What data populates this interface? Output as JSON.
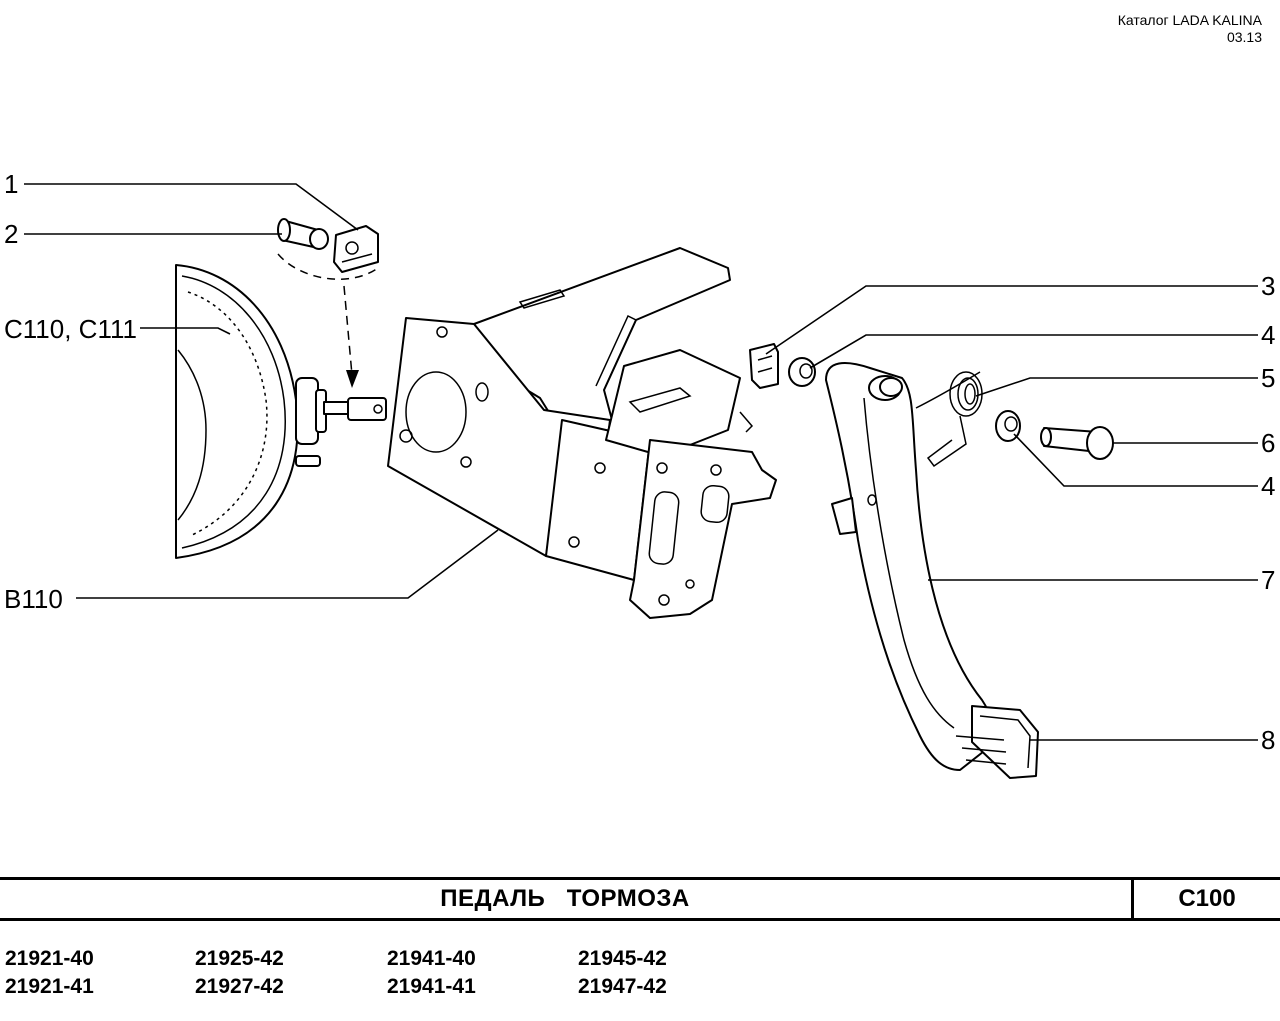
{
  "header": {
    "catalog": "Каталог LADA KALINA",
    "date": "03.13"
  },
  "callouts": {
    "c1": "1",
    "c2": "2",
    "c110": "С110, С111",
    "b110": "В110",
    "c3": "3",
    "c4a": "4",
    "c5": "5",
    "c6": "6",
    "c4b": "4",
    "c7": "7",
    "c8": "8"
  },
  "title": {
    "name": "ПЕДАЛЬ   ТОРМОЗА",
    "code": "С100"
  },
  "models": {
    "col1": [
      "21921-40",
      "21921-41"
    ],
    "col2": [
      "21925-42",
      "21927-42"
    ],
    "col3": [
      "21941-40",
      "21941-41"
    ],
    "col4": [
      "21945-42",
      "21947-42"
    ]
  }
}
